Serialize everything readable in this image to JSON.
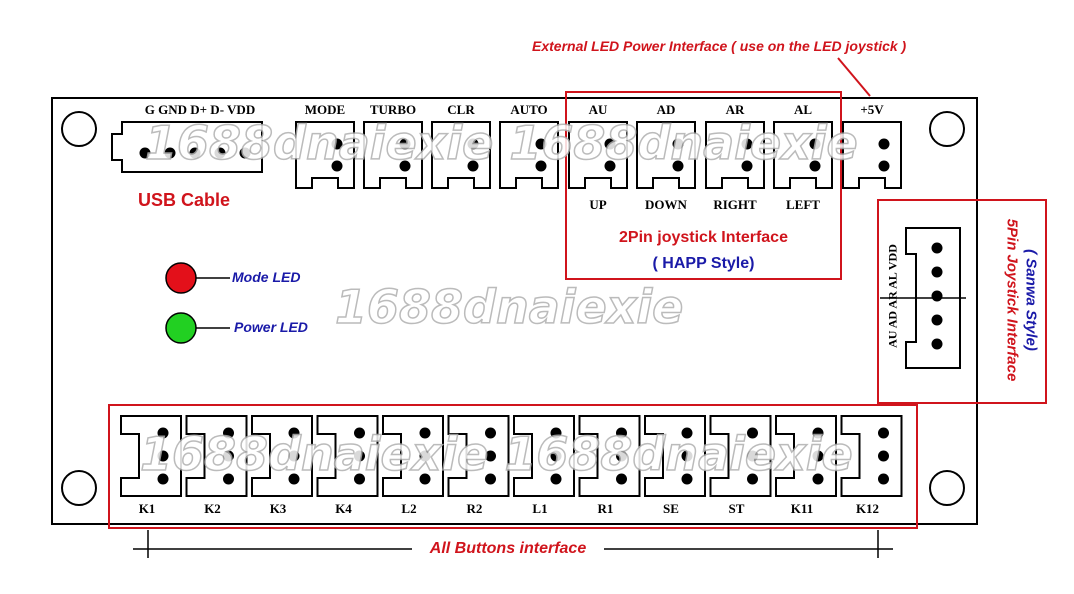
{
  "annotations": {
    "external_led": "External LED Power Interface ( use on the LED joystick )",
    "usb_cable": "USB Cable",
    "mode_led": "Mode LED",
    "power_led": "Power LED",
    "twopin_line1": "2Pin joystick Interface",
    "twopin_line2": "( HAPP Style)",
    "fivepin_line1": "5Pin Joystick Interface",
    "fivepin_line2": "( Sanwa Style)",
    "all_buttons": "All Buttons interface"
  },
  "watermark": "1688dnaiexie",
  "usb_pins": "G GND D+ D- VDD",
  "top_connectors": [
    "MODE",
    "TURBO",
    "CLR",
    "AUTO",
    "AU",
    "AD",
    "AR",
    "AL",
    "+5V"
  ],
  "direction_labels": [
    "UP",
    "DOWN",
    "RIGHT",
    "LEFT"
  ],
  "fivepin_labels": "AU AD AR AL VDD",
  "buttons": [
    "K1",
    "K2",
    "K3",
    "K4",
    "L2",
    "R2",
    "L1",
    "R1",
    "SE",
    "ST",
    "K11",
    "K12"
  ],
  "colors": {
    "mode_led": "#e3101a",
    "power_led": "#22d022",
    "annotation_red": "#d0141c",
    "annotation_blue": "#1a1aa8"
  }
}
